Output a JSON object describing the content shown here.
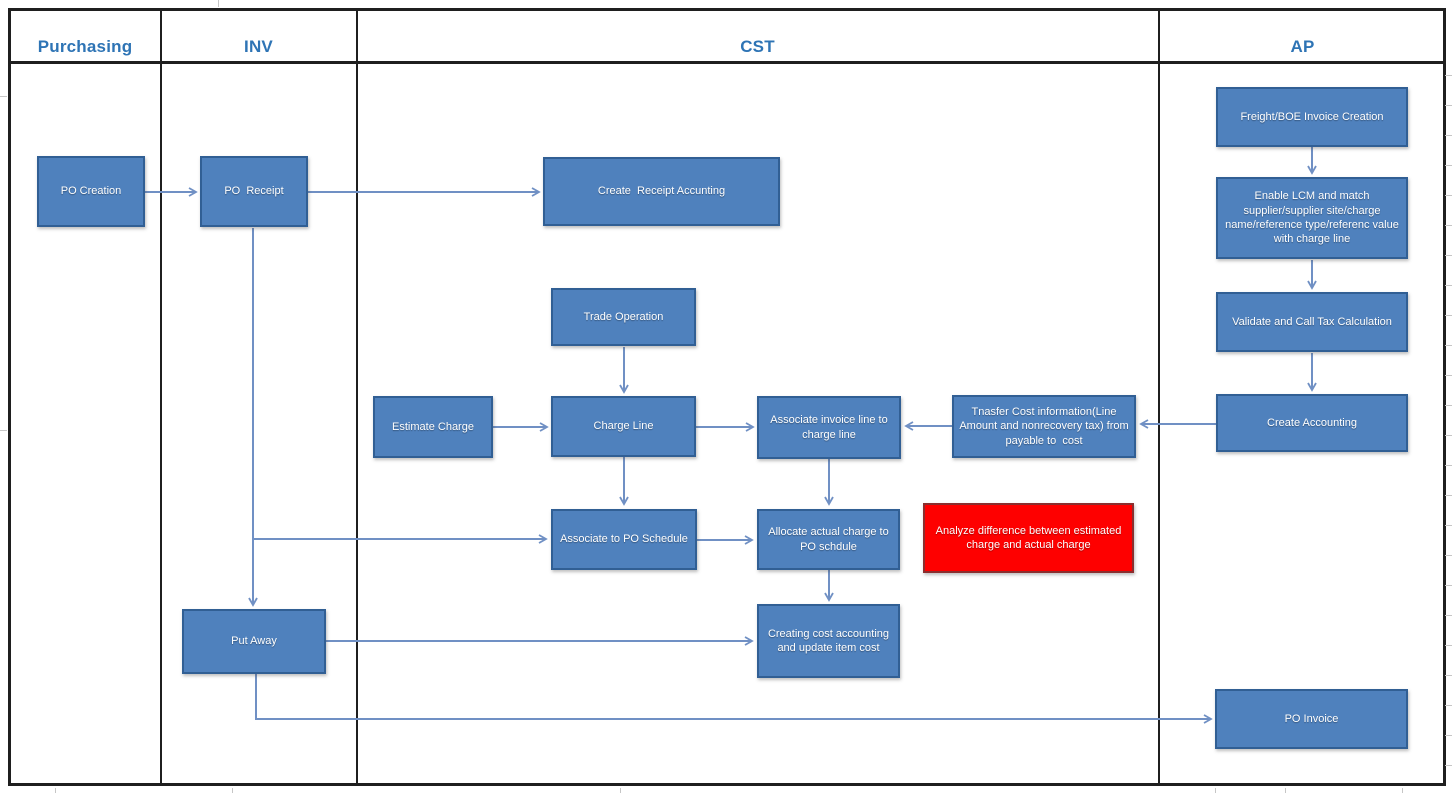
{
  "diagram": {
    "type": "swimlane-flowchart",
    "lanes": [
      {
        "id": "purchasing",
        "title": "Purchasing"
      },
      {
        "id": "inv",
        "title": "INV"
      },
      {
        "id": "cst",
        "title": "CST"
      },
      {
        "id": "ap",
        "title": "AP"
      }
    ],
    "nodes": {
      "po_creation": {
        "label": "PO Creation",
        "lane": "Purchasing"
      },
      "po_receipt": {
        "label": "PO  Receipt",
        "lane": "INV"
      },
      "put_away": {
        "label": "Put Away",
        "lane": "INV"
      },
      "create_receipt_accounting": {
        "label": "Create  Receipt Accunting",
        "lane": "CST"
      },
      "trade_operation": {
        "label": "Trade Operation",
        "lane": "CST"
      },
      "estimate_charge": {
        "label": "Estimate Charge",
        "lane": "CST"
      },
      "charge_line": {
        "label": "Charge Line",
        "lane": "CST"
      },
      "associate_invoice_line": {
        "label": "Associate invoice line to charge line",
        "lane": "CST"
      },
      "transfer_cost": {
        "label": "Tnasfer Cost information(Line Amount and nonrecovery tax) from payable to  cost",
        "lane": "CST"
      },
      "associate_po_schedule": {
        "label": "Associate to PO Schedule",
        "lane": "CST"
      },
      "allocate_actual_charge": {
        "label": "Allocate actual charge to PO schdule",
        "lane": "CST"
      },
      "analyze_difference": {
        "label": "Analyze difference between estimated charge and actual charge",
        "lane": "CST",
        "highlight": "red"
      },
      "creating_cost_accounting": {
        "label": "Creating cost accounting and update item cost",
        "lane": "CST"
      },
      "freight_boe_invoice": {
        "label": "Freight/BOE Invoice Creation",
        "lane": "AP"
      },
      "enable_lcm": {
        "label": "Enable LCM and match supplier/supplier site/charge name/reference type/referenc value with charge line",
        "lane": "AP"
      },
      "validate_tax": {
        "label": "Validate and Call Tax Calculation",
        "lane": "AP"
      },
      "create_accounting": {
        "label": "Create Accounting",
        "lane": "AP"
      },
      "po_invoice": {
        "label": "PO Invoice",
        "lane": "AP"
      }
    },
    "edges": [
      {
        "from": "po_creation",
        "to": "po_receipt"
      },
      {
        "from": "po_receipt",
        "to": "create_receipt_accounting"
      },
      {
        "from": "po_receipt",
        "to": "put_away"
      },
      {
        "from": "po_receipt",
        "to": "associate_po_schedule"
      },
      {
        "from": "trade_operation",
        "to": "charge_line"
      },
      {
        "from": "estimate_charge",
        "to": "charge_line"
      },
      {
        "from": "charge_line",
        "to": "associate_invoice_line"
      },
      {
        "from": "charge_line",
        "to": "associate_po_schedule"
      },
      {
        "from": "associate_invoice_line",
        "to": "allocate_actual_charge"
      },
      {
        "from": "transfer_cost",
        "to": "associate_invoice_line"
      },
      {
        "from": "create_accounting",
        "to": "transfer_cost"
      },
      {
        "from": "associate_po_schedule",
        "to": "allocate_actual_charge"
      },
      {
        "from": "allocate_actual_charge",
        "to": "creating_cost_accounting"
      },
      {
        "from": "put_away",
        "to": "creating_cost_accounting"
      },
      {
        "from": "put_away",
        "to": "po_invoice"
      },
      {
        "from": "freight_boe_invoice",
        "to": "enable_lcm"
      },
      {
        "from": "enable_lcm",
        "to": "validate_tax"
      },
      {
        "from": "validate_tax",
        "to": "create_accounting"
      }
    ],
    "colors": {
      "node_fill": "#4f81bd",
      "node_border": "#315f94",
      "red_fill": "#fe0000",
      "red_border": "#8b2e2e",
      "arrow": "#7090c4",
      "lane_title": "#2e74b5",
      "frame": "#1f1f1f"
    }
  }
}
